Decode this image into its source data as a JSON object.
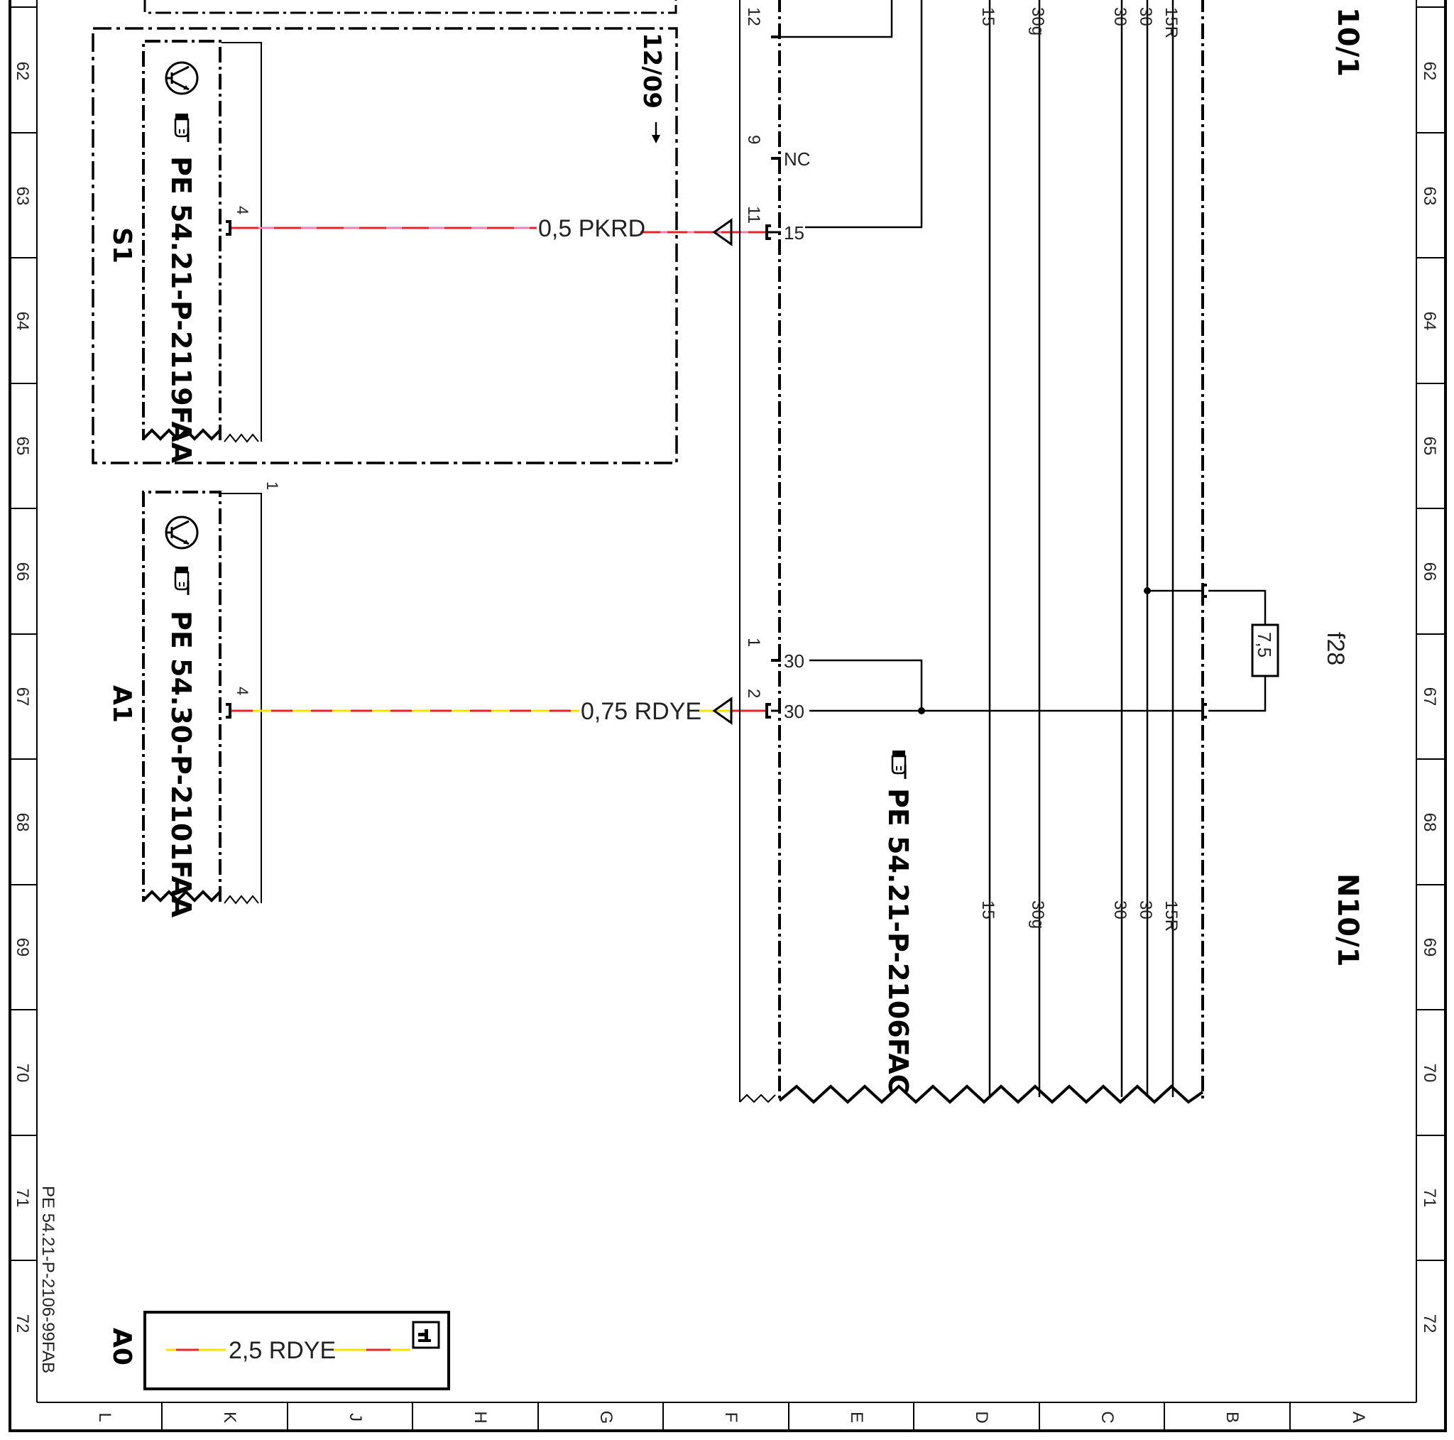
{
  "row_labels": [
    "62",
    "63",
    "64",
    "65",
    "66",
    "67",
    "68",
    "69",
    "70",
    "71",
    "72"
  ],
  "column_labels": [
    "L",
    "K",
    "J",
    "H",
    "G",
    "F",
    "E",
    "D",
    "C",
    "B",
    "A"
  ],
  "sheet_reference": "PE 54.21-P-2106-99FAB",
  "components": {
    "s1": {
      "designation": "S1",
      "document": "PE 54.21-P-2119FAA",
      "pin": "4"
    },
    "a1": {
      "designation": "A1",
      "document": "PE 54.30-P-2101FAA",
      "pin": "4",
      "top_pin": "1"
    },
    "n10_top": {
      "designation": "10/1"
    },
    "n10": {
      "designation": "N10/1",
      "document": "PE 54.21-P-2106FAC"
    },
    "a0": {
      "designation": "A0",
      "wire_label": "2,5 RDYE",
      "info_icon": "info-icon"
    }
  },
  "page_ref": "12/09",
  "wires": [
    {
      "id": "pkrd",
      "label": "0,5 PKRD",
      "color_a": "#e8242a",
      "color_b": "#ee7fb3"
    },
    {
      "id": "rdye",
      "label": "0,75 RDYE",
      "color_a": "#e8242a",
      "color_b": "#f4e200"
    }
  ],
  "connector_pins": {
    "top": "12",
    "nc_pin": "9",
    "nc_label": "NC",
    "pin11": "11",
    "pin11_terminal": "15",
    "pin1": "1",
    "pin1_terminal": "30",
    "pin2": "2",
    "pin2_terminal": "30"
  },
  "bus_terminals": [
    "15",
    "30g",
    "30",
    "30",
    "15R"
  ],
  "fuse": {
    "designation": "f28",
    "rating": "7,5"
  },
  "colors": {
    "ink": "#000000",
    "red": "#e8242a",
    "yellow": "#f4e200",
    "pink": "#ee7fb3"
  }
}
